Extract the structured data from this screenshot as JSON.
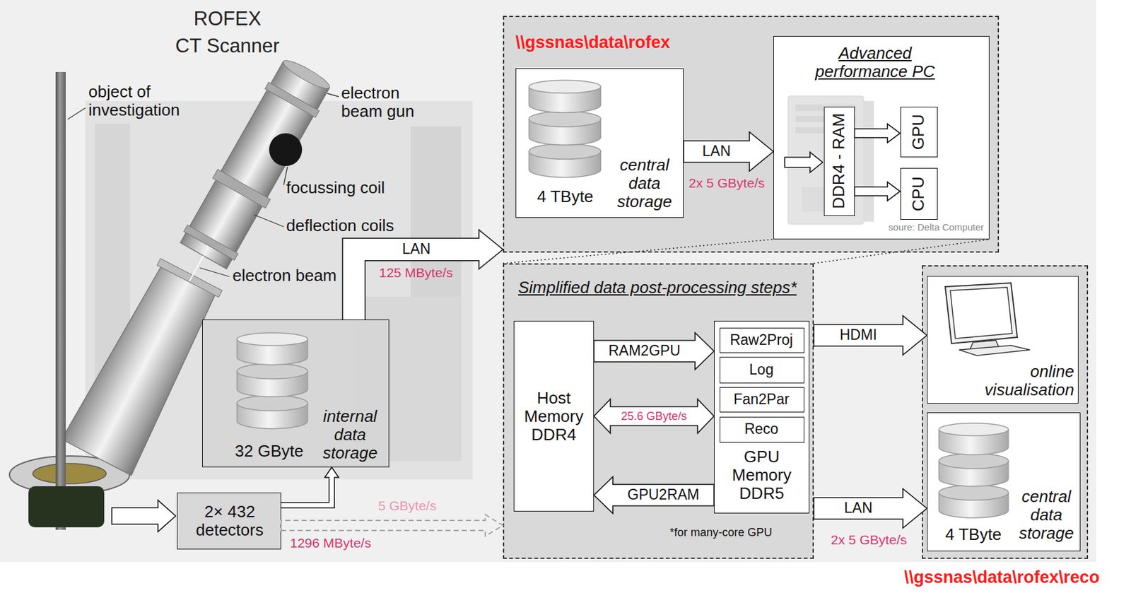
{
  "diagram": {
    "title": "ROFEX CT Scanner",
    "nodes": [
      {
        "text": [
          "32 GByte",
          "internal data storage"
        ]
      },
      {
        "text": [
          "2× 432 detectors"
        ]
      },
      {
        "text": [
          "\\\\gssnas\\data\\rofex"
        ]
      },
      {
        "text": [
          "4 TByte",
          "central data storage"
        ],
        "in": 2
      },
      {
        "text": [
          "Advanced performance PC",
          "soure: Delta Computer"
        ],
        "in": 2
      },
      {
        "text": [
          "DDR4 - RAM"
        ],
        "in": 4
      },
      {
        "text": [
          "GPU"
        ],
        "in": 4
      },
      {
        "text": [
          "CPU"
        ],
        "in": 4
      },
      {
        "text": [
          "Simplified data post-processing steps*",
          "*for many-core GPU"
        ]
      },
      {
        "text": [
          "Host Memory DDR4"
        ],
        "in": 8
      },
      {
        "text": [
          "GPU Memory DDR5"
        ],
        "in": 8
      },
      {
        "text": [
          "Raw2Proj"
        ],
        "in": 10
      },
      {
        "text": [
          "Log"
        ],
        "in": 10
      },
      {
        "text": [
          "Fan2Par"
        ],
        "in": 10
      },
      {
        "text": [
          "Reco"
        ],
        "in": 10
      },
      {
        "text": [
          "\\\\gssnas\\data\\rofex\\reco"
        ]
      },
      {
        "text": [
          "online visualisation"
        ],
        "in": 15
      },
      {
        "text": [
          "4 TByte",
          "central data storage"
        ],
        "in": 15
      }
    ],
    "edges": [
      {
        "from": 1,
        "to": 0,
        "arrow": "to",
        "label": "1296 MByte/s"
      },
      {
        "from": 1,
        "to": 8,
        "arrow": "to",
        "label": "5 GByte/s"
      },
      {
        "from": 0,
        "to": 2,
        "arrow": "to",
        "label": "LAN"
      },
      {
        "from": 3,
        "to": 4,
        "arrow": "to",
        "label": "LAN"
      },
      {
        "from": 5,
        "to": 6,
        "arrow": "to"
      },
      {
        "from": 5,
        "to": 7,
        "arrow": "to"
      },
      {
        "from": 9,
        "to": 10,
        "arrow": "to",
        "label": "RAM2GPU"
      },
      {
        "from": 9,
        "to": 10,
        "arrow": "both",
        "label": "25.6 GByte/s"
      },
      {
        "from": 10,
        "to": 9,
        "arrow": "to",
        "label": "GPU2RAM"
      },
      {
        "from": 8,
        "to": 16,
        "arrow": "to",
        "label": "HDMI"
      },
      {
        "from": 8,
        "to": 17,
        "arrow": "to",
        "label": "LAN"
      }
    ],
    "labels": [
      "object of investigation",
      "electron beam gun",
      "focussing coil",
      "deflection coils",
      "electron beam",
      "125 MByte/s",
      "2x 5 GByte/s",
      "2x 5 GByte/s"
    ]
  }
}
